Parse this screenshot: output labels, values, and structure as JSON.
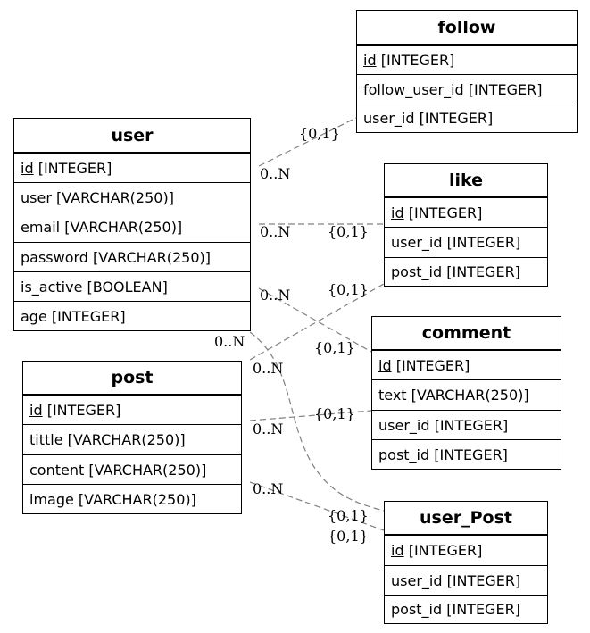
{
  "entities": {
    "follow": {
      "name": "follow",
      "attrs": [
        {
          "pk": "id",
          "type": " [INTEGER]"
        },
        {
          "text": "follow_user_id [INTEGER]"
        },
        {
          "text": "user_id [INTEGER]"
        }
      ]
    },
    "user": {
      "name": "user",
      "attrs": [
        {
          "pk": "id",
          "type": " [INTEGER]"
        },
        {
          "text": "user [VARCHAR(250)]"
        },
        {
          "text": "email [VARCHAR(250)]"
        },
        {
          "text": "password [VARCHAR(250)]"
        },
        {
          "text": "is_active [BOOLEAN]"
        },
        {
          "text": "age [INTEGER]"
        }
      ]
    },
    "like": {
      "name": "like",
      "attrs": [
        {
          "pk": "id",
          "type": " [INTEGER]"
        },
        {
          "text": "user_id [INTEGER]"
        },
        {
          "text": "post_id [INTEGER]"
        }
      ]
    },
    "comment": {
      "name": "comment",
      "attrs": [
        {
          "pk": "id",
          "type": " [INTEGER]"
        },
        {
          "text": "text [VARCHAR(250)]"
        },
        {
          "text": "user_id [INTEGER]"
        },
        {
          "text": "post_id [INTEGER]"
        }
      ]
    },
    "post": {
      "name": "post",
      "attrs": [
        {
          "pk": "id",
          "type": " [INTEGER]"
        },
        {
          "text": "tittle [VARCHAR(250)]"
        },
        {
          "text": "content [VARCHAR(250)]"
        },
        {
          "text": "image [VARCHAR(250)]"
        }
      ]
    },
    "user_Post": {
      "name": "user_Post",
      "attrs": [
        {
          "pk": "id",
          "type": " [INTEGER]"
        },
        {
          "text": "user_id [INTEGER]"
        },
        {
          "text": "post_id [INTEGER]"
        }
      ]
    }
  },
  "cardinalities": {
    "user_follow_many": "0..N",
    "user_follow_one": "{0,1}",
    "user_like_many": "0..N",
    "user_like_one": "{0,1}",
    "user_comment_many": "0..N",
    "user_comment_one": "{0,1}",
    "user_userpost_many": "0..N",
    "user_userpost_one": "{0,1}",
    "post_like_many": "0..N",
    "post_like_one": "{0,1}",
    "post_comment_many": "0..N",
    "post_comment_one": "{0,1}",
    "post_userpost_many": "0..N",
    "post_userpost_one": "{0,1}"
  }
}
